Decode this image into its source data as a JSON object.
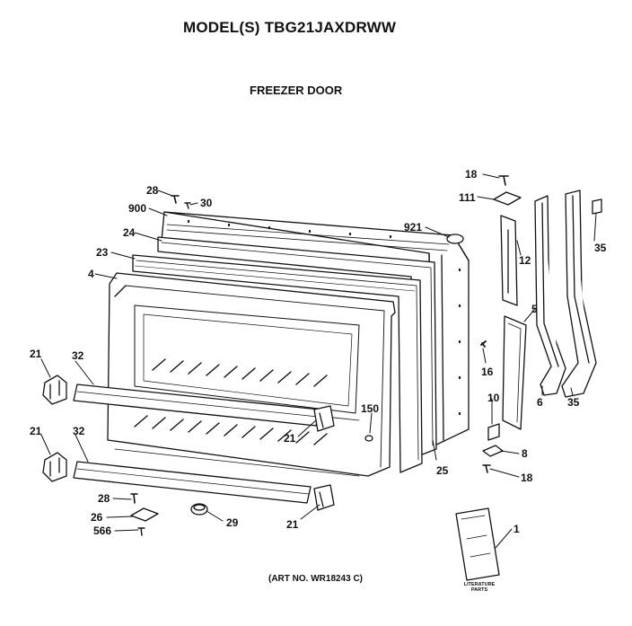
{
  "header": {
    "model": "MODEL(S) TBG21JAXDRWW",
    "section": "FREEZER DOOR"
  },
  "footer": {
    "art_number": "(ART NO. WR18243 C)"
  },
  "literature_label": "LITERATURE PARTS",
  "callouts": {
    "c28_top": "28",
    "c30": "30",
    "c900": "900",
    "c24": "24",
    "c23": "23",
    "c4": "4",
    "c921": "921",
    "c18_top": "18",
    "c111": "111",
    "c12": "12",
    "c35_top": "35",
    "c5": "5",
    "c16": "16",
    "c21_a": "21",
    "c32_a": "32",
    "c21_b": "21",
    "c150": "150",
    "c21_c": "21",
    "c32_b": "32",
    "c10": "10",
    "c6": "6",
    "c35_bottom": "35",
    "c8": "8",
    "c18_bottom": "18",
    "c25": "25",
    "c28_bottom": "28",
    "c26": "26",
    "c566": "566",
    "c29": "29",
    "c21_d": "21",
    "c1": "1"
  }
}
